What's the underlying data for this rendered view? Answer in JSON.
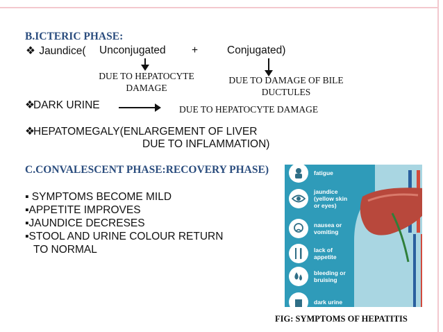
{
  "slide": {
    "phase_b_heading": "B.ICTERIC PHASE:",
    "jaundice_line": {
      "bullet": "❖",
      "label": "Jaundice(",
      "unconjugated": "Unconjugated",
      "plus": "+",
      "conjugated": "Conjugated)"
    },
    "note_unconj_1": "DUE TO HEPATOCYTE",
    "note_unconj_2": "DAMAGE",
    "note_conj_1": "DUE TO DAMAGE OF BILE",
    "note_conj_2": "DUCTULES",
    "dark_urine": {
      "bullet": "❖",
      "label": "DARK URINE"
    },
    "dark_urine_cause": "DUE TO HEPATOCYTE DAMAGE",
    "hepatomegaly": {
      "bullet": "❖",
      "line1": "HEPATOMEGALY(ENLARGEMENT OF LIVER",
      "line2": "DUE TO INFLAMMATION)"
    },
    "phase_c_heading": "C.CONVALESCENT PHASE:RECOVERY PHASE)",
    "recovery_items": [
      {
        "bullet": "▪",
        "text": " SYMPTOMS  BECOME MILD"
      },
      {
        "bullet": "▪",
        "text": "APPETITE IMPROVES"
      },
      {
        "bullet": "▪",
        "text": "JAUNDICE DECRESES"
      },
      {
        "bullet": "▪",
        "text": "STOOL AND URINE COLOUR RETURN"
      }
    ],
    "recovery_continuation": "TO NORMAL",
    "figure": {
      "caption": "FIG: SYMPTOMS OF HEPATITIS",
      "symptoms": [
        {
          "label": "fatigue",
          "icon": "fatigue-icon"
        },
        {
          "label": "jaundice\n(yellow skin\nor eyes)",
          "icon": "eye-icon"
        },
        {
          "label": "nausea or\nvomiting",
          "icon": "nausea-icon"
        },
        {
          "label": "lack of\nappetite",
          "icon": "cutlery-icon"
        },
        {
          "label": "bleeding or\nbruising",
          "icon": "blood-drops-icon"
        },
        {
          "label": "dark urine",
          "icon": "urine-icon"
        }
      ],
      "colors": {
        "panel": "#2f9bb9",
        "liver": "#b8483c",
        "skin": "#a9d6e2"
      }
    },
    "colors": {
      "heading": "#2b4d7e",
      "frame": "#f3c8ce"
    }
  }
}
